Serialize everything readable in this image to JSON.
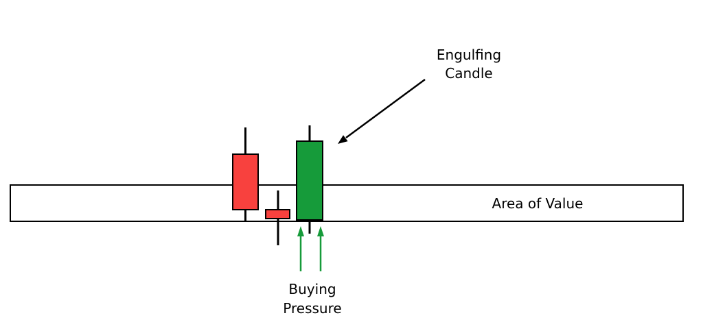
{
  "diagram": {
    "labels": {
      "engulfing_line1": "Engulfing",
      "engulfing_line2": "Candle",
      "area_of_value": "Area of Value",
      "buying_line1": "Buying",
      "buying_line2": "Pressure"
    },
    "colors": {
      "bearish": "#f8413e",
      "bullish": "#169b3a",
      "outline": "#000000",
      "band_fill": "#ffffff"
    },
    "candles": [
      {
        "type": "bearish"
      },
      {
        "type": "bearish"
      },
      {
        "type": "bullish-engulfing"
      }
    ]
  }
}
